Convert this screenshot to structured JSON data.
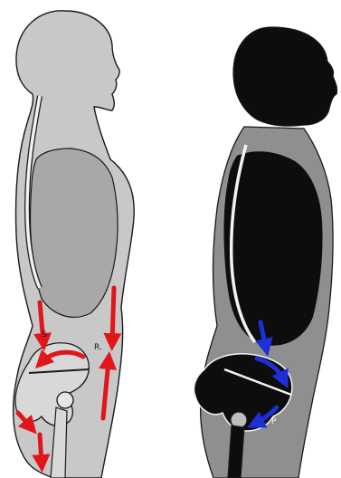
{
  "labels": {
    "left_s": "S",
    "left_r": "R.",
    "right_p": "P"
  },
  "colors": {
    "background": "#ffffff",
    "outline": "#1a1a1a",
    "left_fill": "#c8c8c8",
    "left_torso": "#a8a8a8",
    "left_spine": "#f2f2f2",
    "right_fill": "#8f8f8f",
    "right_dark": "#0d0d0d",
    "right_spine": "#f2f2f2",
    "red_arrow": "#e0161b",
    "blue_arrow": "#1d2fd6",
    "femur_left": "#d8d8d8",
    "femur_right": "#bdbdbd"
  }
}
